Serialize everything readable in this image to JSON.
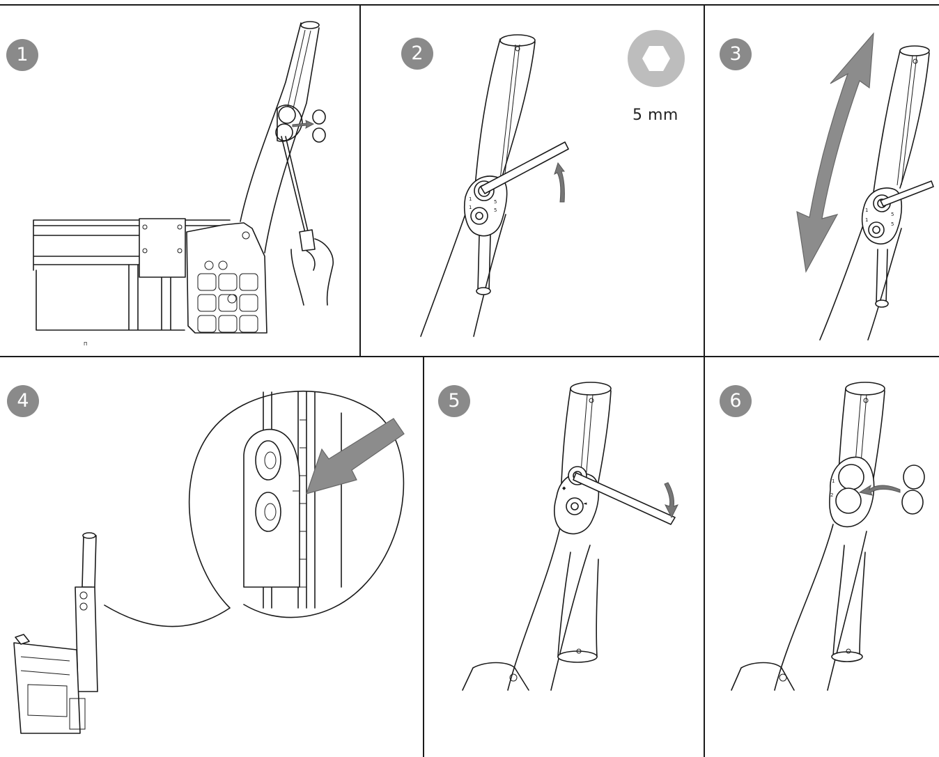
{
  "steps": [
    {
      "number": "1"
    },
    {
      "number": "2"
    },
    {
      "number": "3"
    },
    {
      "number": "4"
    },
    {
      "number": "5"
    },
    {
      "number": "6"
    }
  ],
  "tool": {
    "size_label": "5 mm",
    "icon": "hex-socket-icon"
  },
  "colors": {
    "badge": "#8a8a8a",
    "arrow": "#777777",
    "line": "#1a1a1a"
  }
}
